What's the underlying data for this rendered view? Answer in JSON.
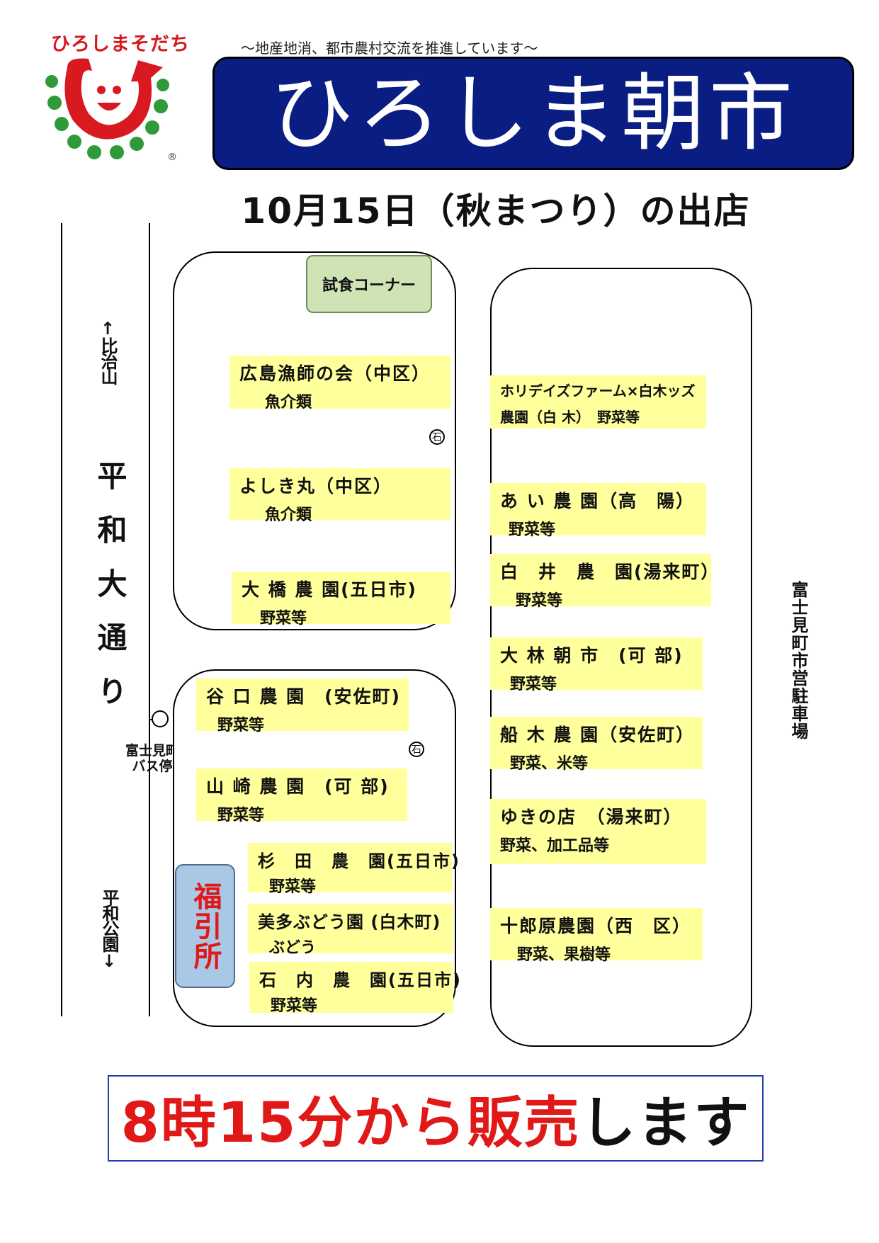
{
  "logo": {
    "text": "ひろしまそだち",
    "reg": "®"
  },
  "header": {
    "subtitle": "～地産地消、都市農村交流を推進しています～",
    "title": "ひろしま朝市",
    "event_date": "10月15日（秋まつり）の出店"
  },
  "map": {
    "street_name": "平和大通り",
    "direction_north": "↑比治山",
    "direction_south": "平和公園↓",
    "parking_label": "富士見町市営駐車場",
    "bus_stop_label": "富士見町バス停",
    "tasting_corner": "試食コーナー",
    "lottery": "福引所",
    "stone_marker": "石",
    "left_upper_stalls": [
      {
        "name": "広島漁師の会（中区）",
        "products": "魚介類"
      },
      {
        "name": "よしき丸（中区）",
        "products": "魚介類"
      },
      {
        "name": "大 橋 農 園(五日市)",
        "products": "野菜等"
      }
    ],
    "left_lower_stalls": [
      {
        "name": "谷 口 農 園　(安佐町)",
        "products": "野菜等"
      },
      {
        "name": "山 崎 農 園　(可 部)",
        "products": "野菜等"
      },
      {
        "name": "杉　田　農　園(五日市)",
        "products": "野菜等"
      },
      {
        "name": "美多ぶどう園 (白木町)",
        "products": "ぶどう"
      },
      {
        "name": "石　内　農　園(五日市)",
        "products": "野菜等"
      }
    ],
    "right_stalls": [
      {
        "name": "ホリデイズファーム×白木ッズ",
        "products": "農園（白 木）　野菜等"
      },
      {
        "name": "あ い 農 園（高　陽）",
        "products": "野菜等"
      },
      {
        "name": "白　井　農　園(湯来町）",
        "products": "野菜等"
      },
      {
        "name": "大 林 朝 市　(可 部)",
        "products": "野菜等"
      },
      {
        "name": "船 木 農 園（安佐町）",
        "products": "野菜、米等"
      },
      {
        "name": "ゆきの店　（湯来町）",
        "products": "野菜、加工品等"
      },
      {
        "name": "十郎原農園（西　区）",
        "products": "野菜、果樹等"
      }
    ]
  },
  "sale": {
    "red": "8時15分から販売",
    "black": "します"
  },
  "colors": {
    "title_bg": "#0a1d82",
    "stall_bg": "#ffff9c",
    "tasting_bg": "#cfe3b5",
    "lottery_bg": "#a9c8e6",
    "accent_red": "#e01818"
  }
}
